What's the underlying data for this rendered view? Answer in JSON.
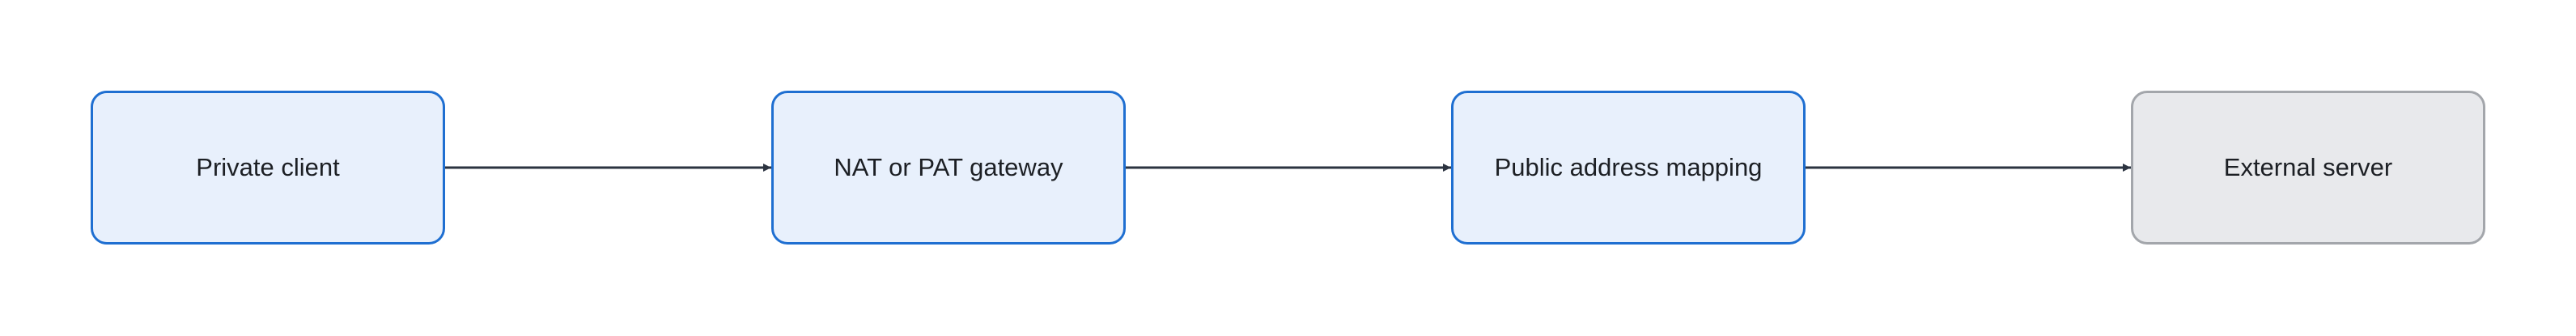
{
  "diagram": {
    "nodes": [
      {
        "id": "private-client",
        "label": "Private client",
        "style": "primary"
      },
      {
        "id": "nat-pat-gateway",
        "label": "NAT or PAT gateway",
        "style": "primary"
      },
      {
        "id": "public-address-mapping",
        "label": "Public address mapping",
        "style": "primary"
      },
      {
        "id": "external-server",
        "label": "External server",
        "style": "secondary"
      }
    ],
    "edges": [
      {
        "from": "private-client",
        "to": "nat-pat-gateway"
      },
      {
        "from": "nat-pat-gateway",
        "to": "public-address-mapping"
      },
      {
        "from": "public-address-mapping",
        "to": "external-server"
      }
    ],
    "colors": {
      "primary_fill": "#e8f0fc",
      "primary_border": "#1f6fd1",
      "secondary_fill": "#e8e9ec",
      "secondary_border": "#a3a6ab",
      "edge": "#2b3340",
      "text": "#1c1f24"
    }
  }
}
